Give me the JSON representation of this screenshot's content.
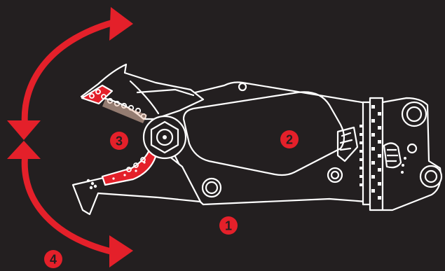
{
  "colors": {
    "background": "#231f20",
    "outline": "#ffffff",
    "accent": "#e4202a",
    "callout_text": "#231f20"
  },
  "callouts": {
    "frame": "1",
    "body": "2",
    "jaws": "3",
    "rotation": "4"
  },
  "icons": {
    "rotation_arrow_up": "curved-arrow-icon",
    "rotation_arrow_down": "curved-arrow-icon"
  }
}
